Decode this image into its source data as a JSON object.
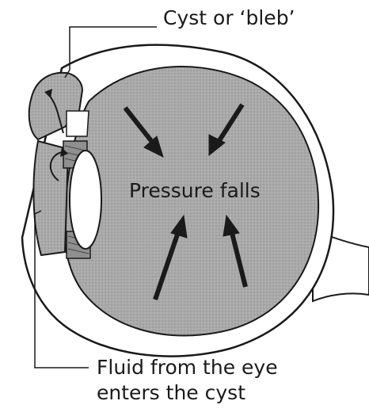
{
  "labels": {
    "cyst": "Cyst or ‘bleb’",
    "pressure": "Pressure falls",
    "fluid_line1": "Fluid from the eye",
    "fluid_line2": "enters the cyst"
  },
  "colors": {
    "eye_fill": "#a6a6a6",
    "outline": "#1a1a1a",
    "background": "#ffffff"
  }
}
